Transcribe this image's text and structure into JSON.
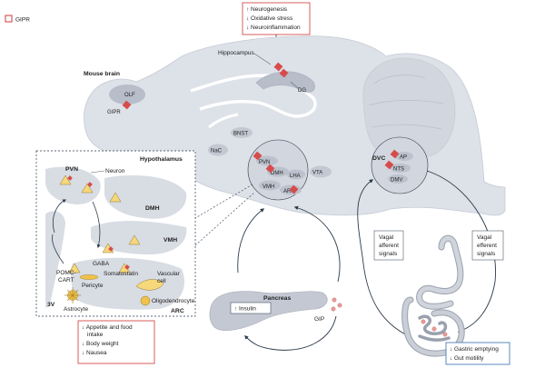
{
  "legend": {
    "label": "GIPR",
    "color": "#d64c4c"
  },
  "mouse_brain_label": "Mouse brain",
  "effects_top": [
    "↑ Neurogenesis",
    "↓ Oxidative stress",
    "↓ Neuroinflammation"
  ],
  "effects_hypothalamus": [
    "↓ Appetite and food",
    "intake",
    "↓ Body weight",
    "↓ Nausea"
  ],
  "effects_gut": [
    "↓ Gastric emptying",
    "↓ Gut motility"
  ],
  "brain_regions": {
    "olf": "OLF",
    "gipr": "GIPR",
    "hippocampus": "Hippocampus",
    "dg": "DG",
    "bnst": "BNST",
    "nac": "NaC",
    "pvn": "PVN",
    "dmh": "DMH",
    "lha": "LHA",
    "vmh": "VMH",
    "arc": "ARC",
    "vta": "VTA",
    "dvc": "DVC",
    "ap": "AP",
    "nts": "NTS",
    "dmv": "DMV"
  },
  "hypothalamus": {
    "title": "Hypothalamus",
    "pvn": "PVN",
    "neuron": "Neuron",
    "dmh": "DMH",
    "vmh": "VMH",
    "gaba": "GABA",
    "pomc": "POMC-",
    "cart": "CART",
    "somatostatin": "Somatostatin",
    "pericyte": "Pericyte",
    "vascular": "Vascular",
    "cell": "cell",
    "oligodendrocyte": "Oligodendrocyte",
    "astrocyte": "Astrocyte",
    "v3": "3V",
    "arc": "ARC"
  },
  "pancreas": {
    "title": "Pancreas",
    "insulin": "↑ Insulin",
    "gip": "GIP"
  },
  "vagal_afferent": [
    "Vagal",
    "afferent",
    "signals"
  ],
  "vagal_efferent": [
    "Vagal",
    "efferent",
    "signals"
  ]
}
